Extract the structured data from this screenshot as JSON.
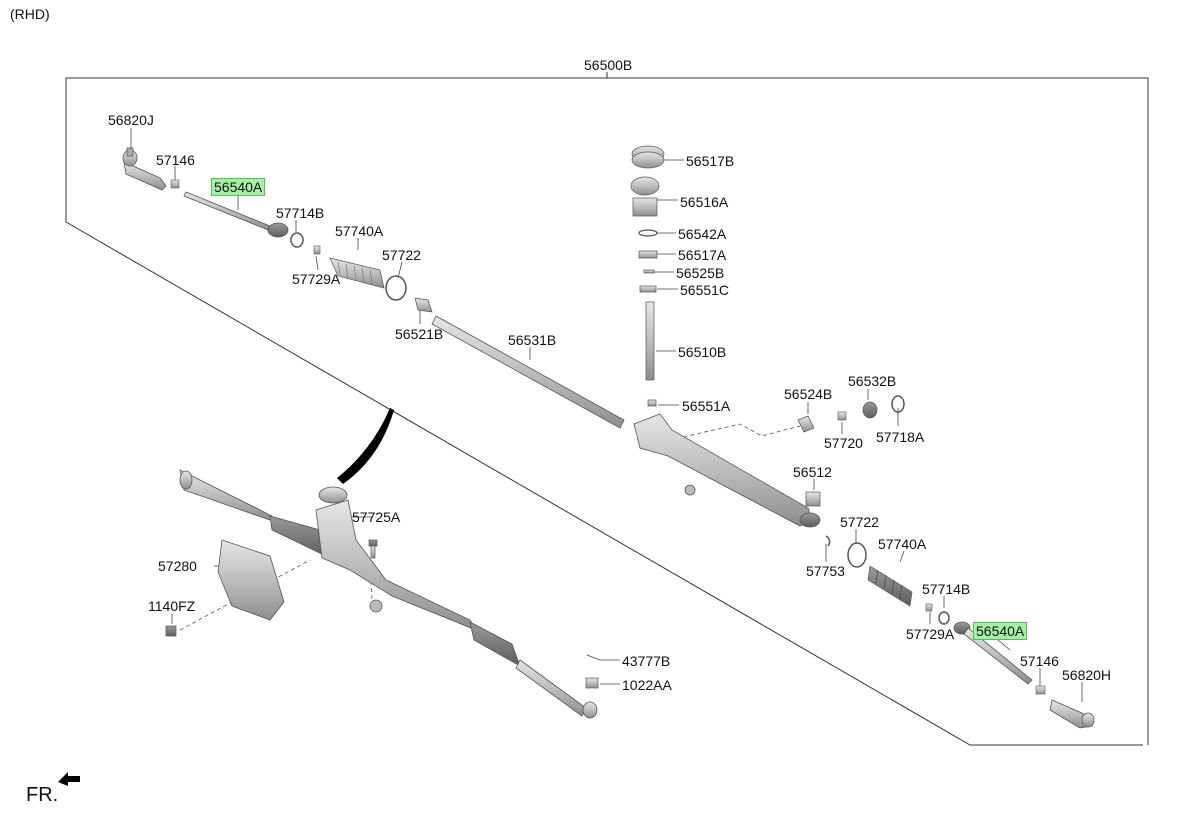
{
  "diagram": {
    "corner_note": "(RHD)",
    "direction_label": "FR.",
    "assembly_label": "56500B",
    "highlight_color": "#a6f0a6",
    "part_color": "#c8c8c8",
    "callouts": [
      {
        "id": "c1",
        "text": "56820J"
      },
      {
        "id": "c2",
        "text": "57146"
      },
      {
        "id": "c3",
        "text": "56540A",
        "highlight": true
      },
      {
        "id": "c4",
        "text": "57714B"
      },
      {
        "id": "c5",
        "text": "57740A"
      },
      {
        "id": "c6",
        "text": "57722"
      },
      {
        "id": "c7",
        "text": "57729A"
      },
      {
        "id": "c8",
        "text": "56521B"
      },
      {
        "id": "c9",
        "text": "56531B"
      },
      {
        "id": "c10",
        "text": "56517B"
      },
      {
        "id": "c11",
        "text": "56516A"
      },
      {
        "id": "c12",
        "text": "56542A"
      },
      {
        "id": "c13",
        "text": "56517A"
      },
      {
        "id": "c14",
        "text": "56525B"
      },
      {
        "id": "c15",
        "text": "56551C"
      },
      {
        "id": "c16",
        "text": "56510B"
      },
      {
        "id": "c17",
        "text": "56551A"
      },
      {
        "id": "c18",
        "text": "56524B"
      },
      {
        "id": "c19",
        "text": "56532B"
      },
      {
        "id": "c20",
        "text": "57720"
      },
      {
        "id": "c21",
        "text": "57718A"
      },
      {
        "id": "c22",
        "text": "56512"
      },
      {
        "id": "c23",
        "text": "57722"
      },
      {
        "id": "c24",
        "text": "57753"
      },
      {
        "id": "c25",
        "text": "57740A"
      },
      {
        "id": "c26",
        "text": "57714B"
      },
      {
        "id": "c27",
        "text": "57729A"
      },
      {
        "id": "c28",
        "text": "56540A",
        "highlight": true
      },
      {
        "id": "c29",
        "text": "57146"
      },
      {
        "id": "c30",
        "text": "56820H"
      },
      {
        "id": "c31",
        "text": "57725A"
      },
      {
        "id": "c32",
        "text": "57280"
      },
      {
        "id": "c33",
        "text": "1140FZ"
      },
      {
        "id": "c34",
        "text": "43777B"
      },
      {
        "id": "c35",
        "text": "1022AA"
      }
    ]
  }
}
